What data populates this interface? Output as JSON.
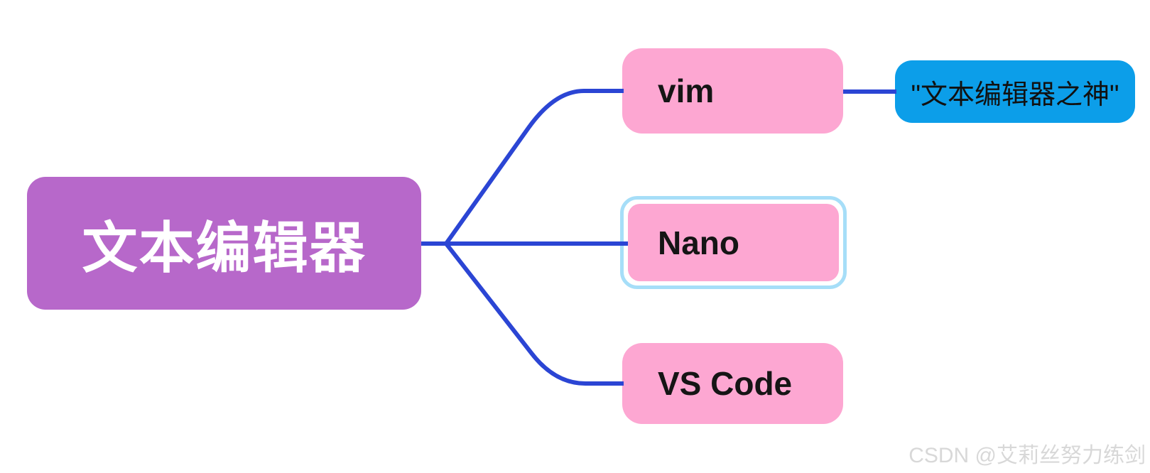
{
  "mindmap": {
    "root": {
      "label": "文本编辑器",
      "bg_color": "#b768ca",
      "text_color": "#ffffff"
    },
    "children": [
      {
        "label": "vim",
        "bg_color": "#fda7d2",
        "text_color": "#151515",
        "selected": false,
        "note": {
          "label": "\"文本编辑器之神\"",
          "bg_color": "#0c9ee9",
          "text_color": "#111111"
        }
      },
      {
        "label": "Nano",
        "bg_color": "#fda7d2",
        "text_color": "#151515",
        "selected": true,
        "selection_ring_color": "#a6def8"
      },
      {
        "label": "VS Code",
        "bg_color": "#fda7d2",
        "text_color": "#151515",
        "selected": false
      }
    ],
    "edge_color": "#2b45d4",
    "background_color": "#ffffff"
  },
  "watermark": {
    "text": "CSDN @艾莉丝努力练剑",
    "color": "#d8d8d8"
  }
}
